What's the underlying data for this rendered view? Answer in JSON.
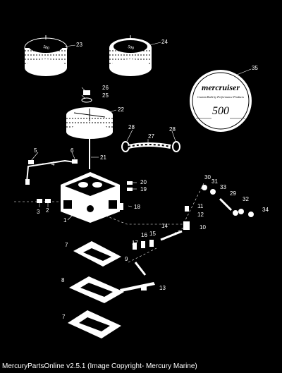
{
  "callouts": {
    "p1": "1",
    "p2": "2",
    "p3": "3",
    "p4": "4",
    "p5": "5",
    "p6": "6",
    "p7a": "7",
    "p7b": "7",
    "p8": "8",
    "p9": "9",
    "p10": "10",
    "p11": "11",
    "p12": "12",
    "p13": "13",
    "p14": "14",
    "p15": "15",
    "p16": "16",
    "p17": "17",
    "p18": "18",
    "p19": "19",
    "p20": "20",
    "p21": "21",
    "p22": "22",
    "p23": "23",
    "p24": "24",
    "p25": "25",
    "p26": "26",
    "p27": "27",
    "p28a": "28",
    "p28b": "28",
    "p29": "29",
    "p30": "30",
    "p31": "31",
    "p32": "32",
    "p33": "33",
    "p34": "34",
    "p35": "35"
  },
  "decal": {
    "brand": "mercruiser",
    "tagline": "Custom Built by Performance Products",
    "number": "500"
  },
  "caption": "MercuryPartsOnline v2.5.1 (Image Copyright- Mercury Marine)"
}
